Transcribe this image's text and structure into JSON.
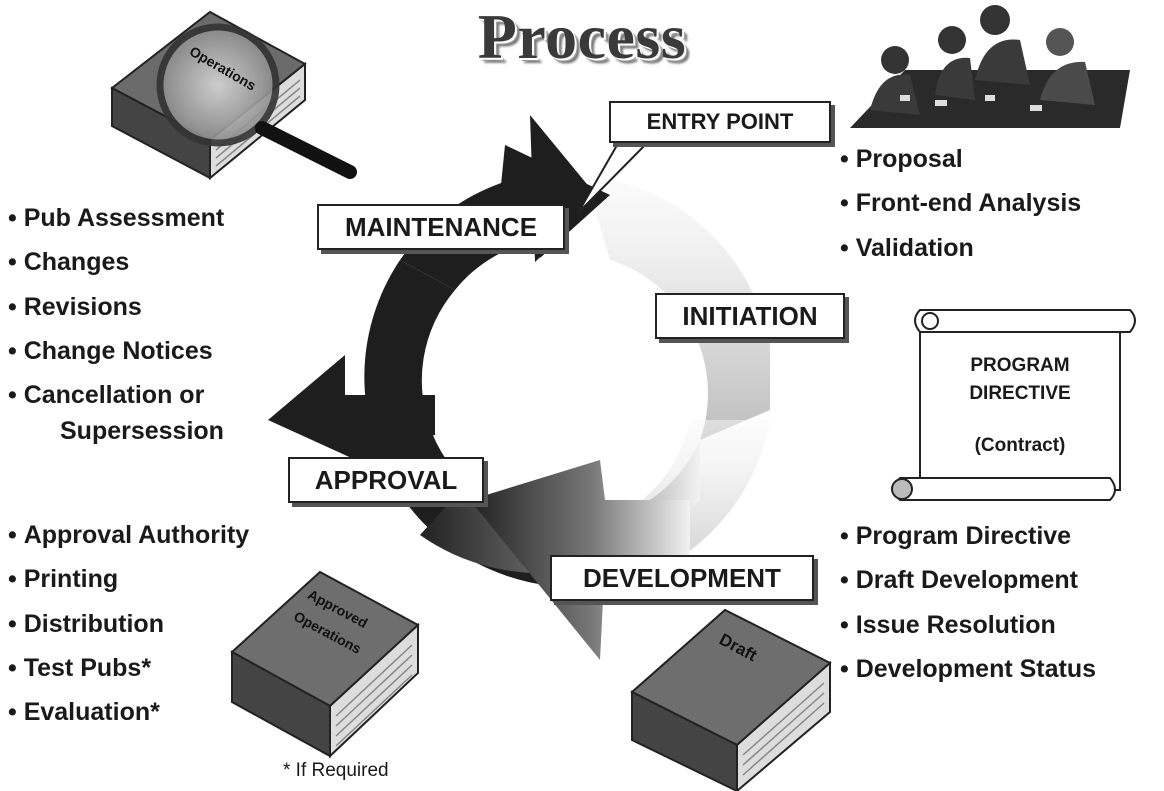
{
  "title": "Process",
  "phases": {
    "entry_point": "ENTRY POINT",
    "maintenance": "MAINTENANCE",
    "initiation": "INITIATION",
    "approval": "APPROVAL",
    "development": "DEVELOPMENT"
  },
  "initiation_items": [
    "Proposal",
    "Front-end Analysis",
    "Validation"
  ],
  "maintenance_items": [
    "Pub Assessment",
    "Changes",
    "Revisions",
    "Change Notices",
    "Cancellation or",
    "Supersession"
  ],
  "approval_items": [
    "Approval Authority",
    "Printing",
    "Distribution",
    "Test Pubs*",
    "Evaluation*"
  ],
  "development_items": [
    "Program Directive",
    "Draft Development",
    "Issue Resolution",
    "Development Status"
  ],
  "scroll": {
    "line1": "PROGRAM",
    "line2": "DIRECTIVE",
    "line3": "(Contract)"
  },
  "books": {
    "operations": "Operations",
    "approved_line1": "Approved",
    "approved_line2": "Operations",
    "draft": "Draft"
  },
  "footnote": "* If Required"
}
